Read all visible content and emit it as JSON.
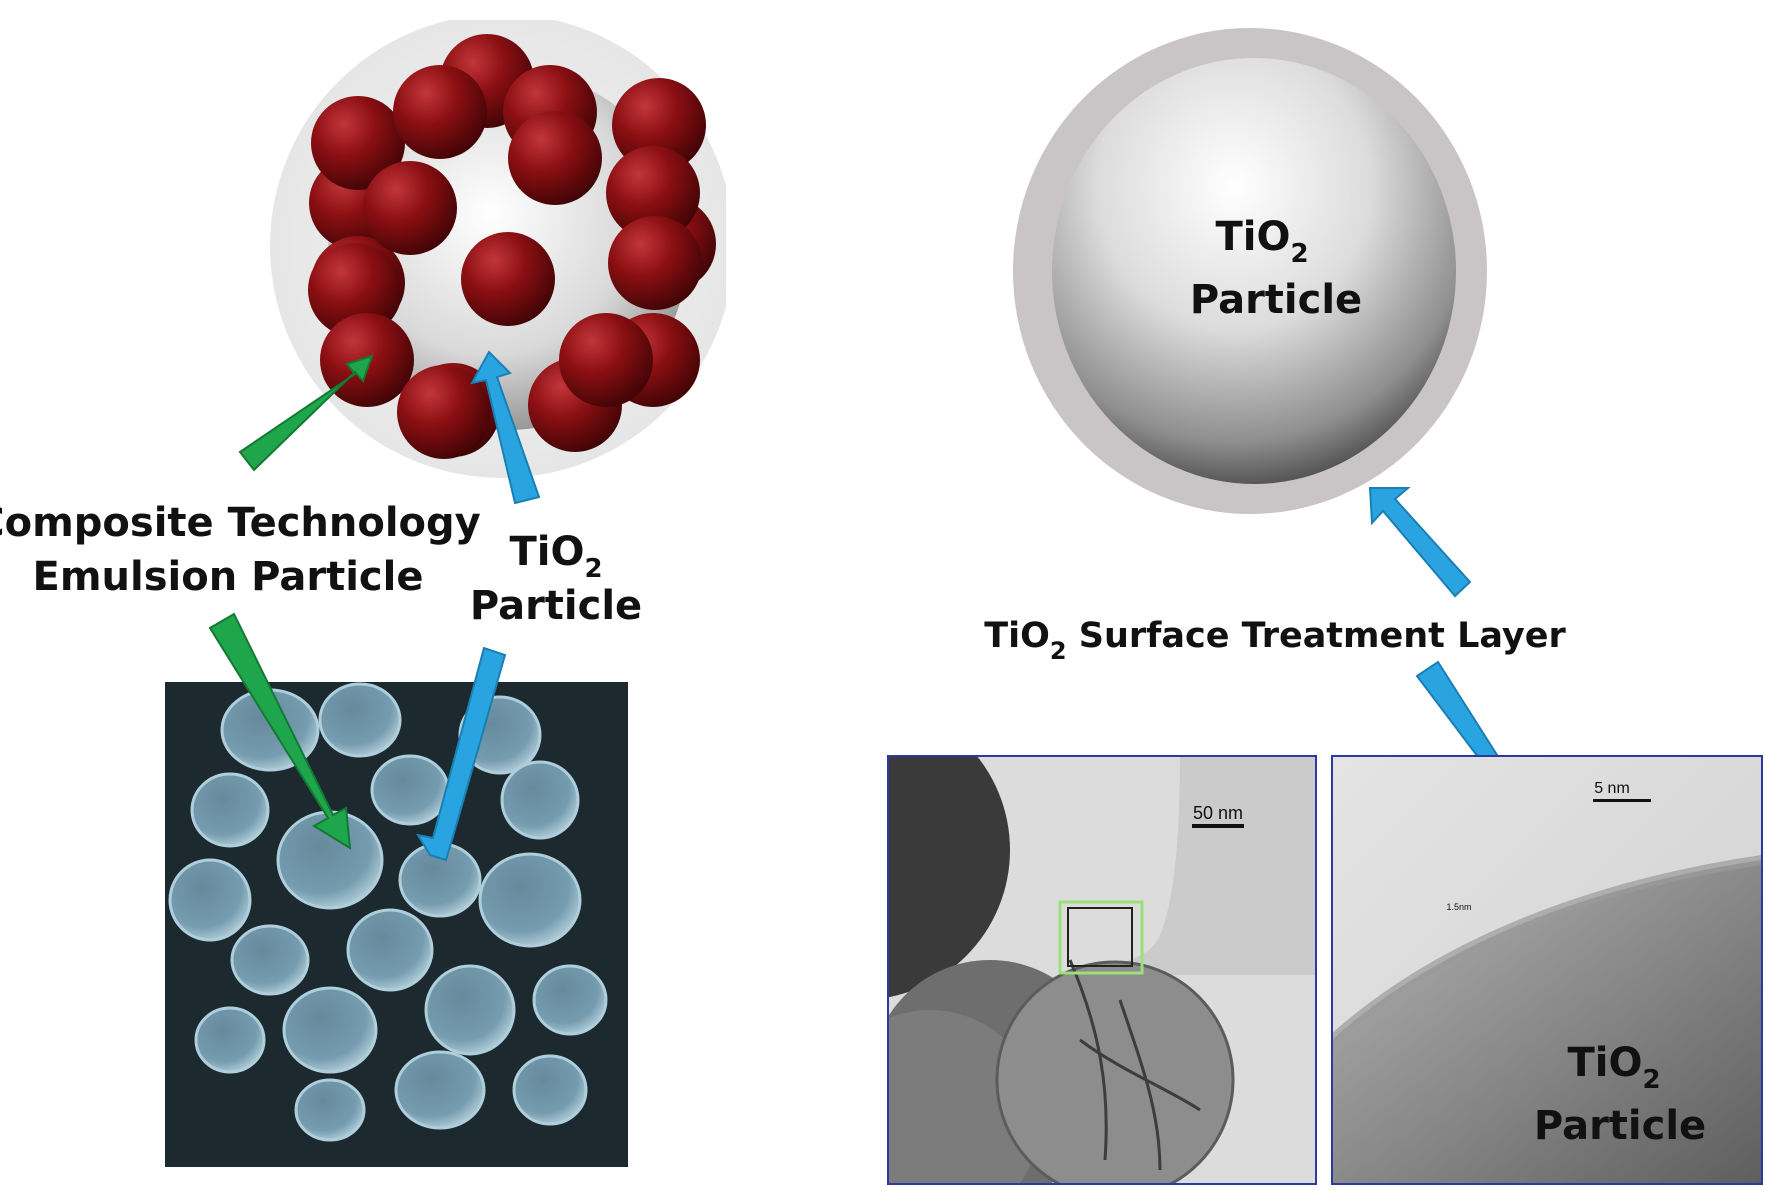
{
  "colors": {
    "emulsion_particle": "#8b0f12",
    "tio2_core": "#d8d8d8",
    "treatment_layer": "#c9c5c6",
    "green_arrow": "#1fa54b",
    "blue_arrow": "#2aa4e0",
    "sem_background": "#1c2a30",
    "sem_particle": "#8fb8cc",
    "tem_frame": "#2b3a9e",
    "roi_box": "#9be07a"
  },
  "left_panel": {
    "composite_label_line1": "Composite Technology",
    "composite_label_line2": "Emulsion Particle",
    "tio2_label_base": "TiO",
    "tio2_label_sub": "2",
    "tio2_label_line2": "Particle"
  },
  "right_panel": {
    "sphere_label_base": "TiO",
    "sphere_label_sub": "2",
    "sphere_label_line2": "Particle",
    "layer_label_base": "TiO",
    "layer_label_sub": "2",
    "layer_label_rest": " Surface Treatment Layer"
  },
  "tem_low_mag": {
    "scale_bar": "50 nm"
  },
  "tem_high_mag": {
    "scale_bar": "5 nm",
    "thickness": "1.5nm",
    "label_base": "TiO",
    "label_sub": "2",
    "label_line2": "Particle"
  }
}
